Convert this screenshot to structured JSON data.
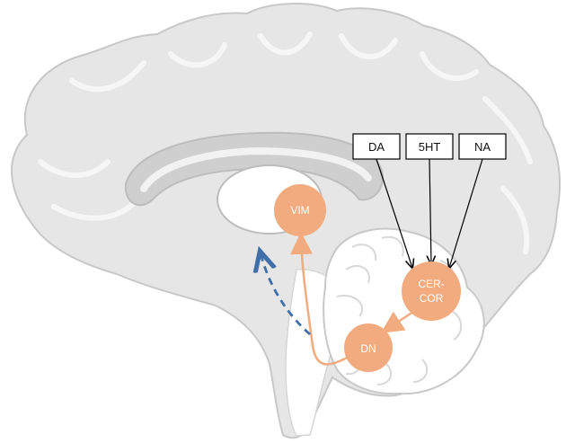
{
  "boxes": [
    {
      "id": "da",
      "label": "DA"
    },
    {
      "id": "5ht",
      "label": "5HT"
    },
    {
      "id": "na",
      "label": "NA"
    }
  ],
  "nodes": [
    {
      "id": "vim",
      "label": "VIM"
    },
    {
      "id": "cercor",
      "label_line1": "CER-",
      "label_line2": "COR"
    },
    {
      "id": "dn",
      "label": "DN"
    }
  ],
  "colors": {
    "brain_fill": "#e6e6e6",
    "brain_outline": "#c8c8c8",
    "node_fill": "#f2ab7e",
    "pathway_arrow": "#f2ab7e",
    "dashed_arrow": "#3f6ea8",
    "box_border": "#000000"
  },
  "icons": {
    "dashed_arrow": "dashed-arrow-icon"
  }
}
